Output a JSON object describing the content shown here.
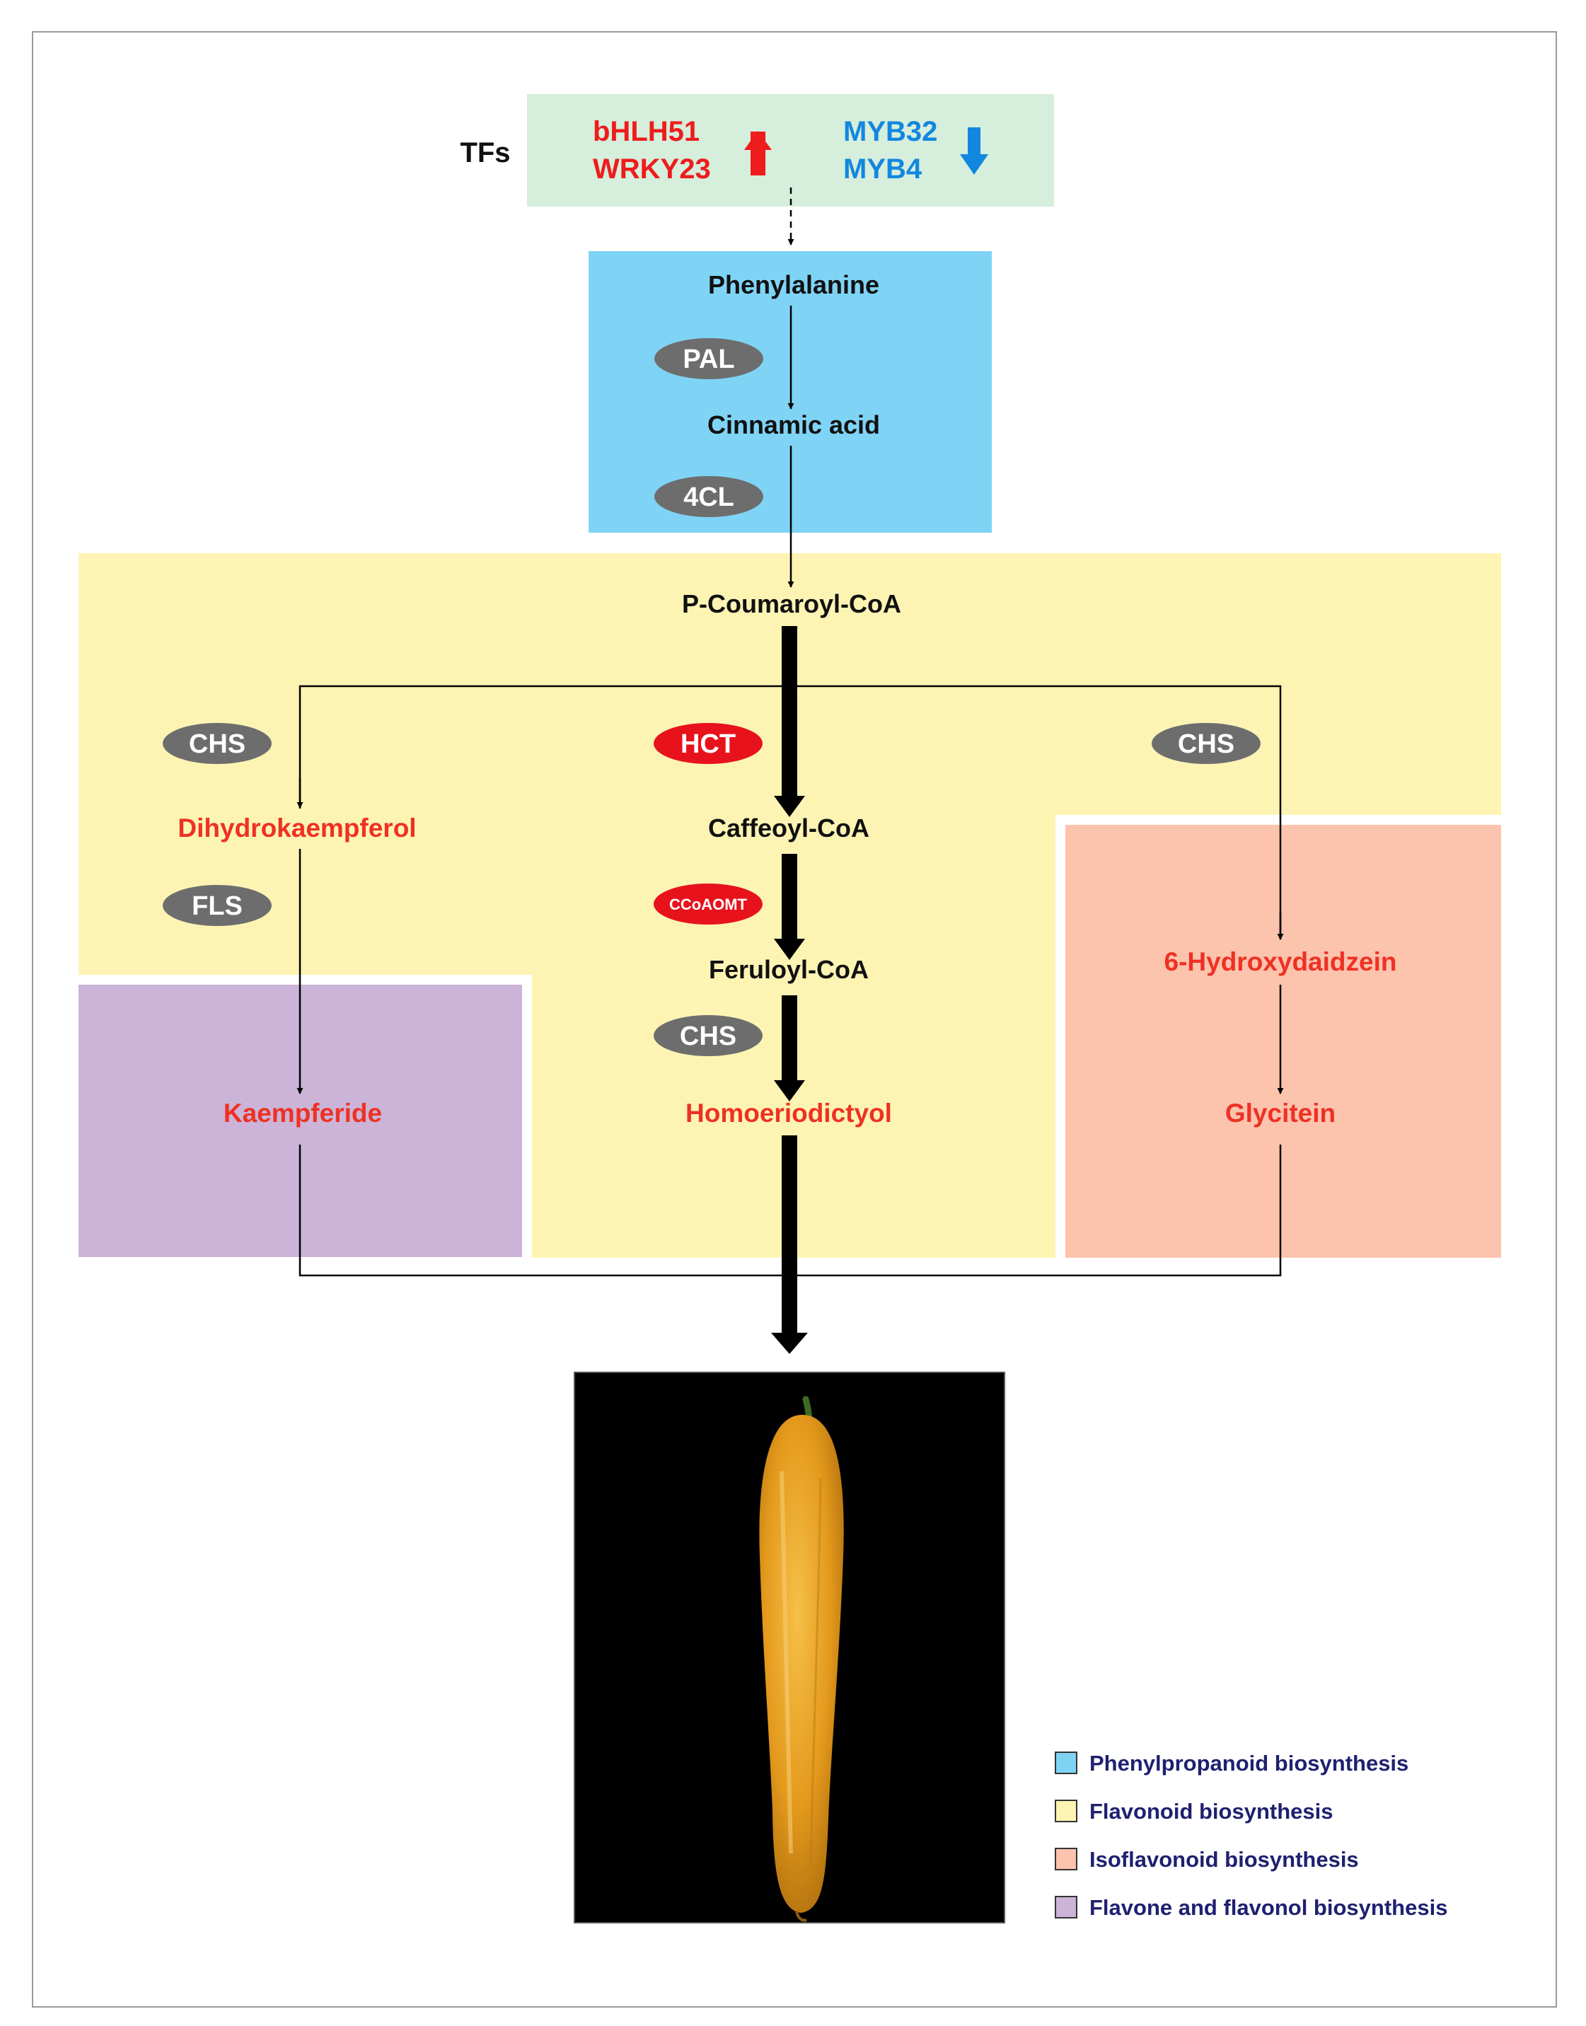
{
  "tfs": {
    "label": "TFs",
    "up_genes": [
      "bHLH51",
      "WRKY23"
    ],
    "down_genes": [
      "MYB32",
      "MYB4"
    ],
    "up_arrow_icon": "up-arrow-icon",
    "down_arrow_icon": "down-arrow-icon",
    "up_color": "#ee1c1c",
    "down_color": "#1287e0",
    "panel_color": "#d6eedc"
  },
  "compounds": {
    "phenylalanine": "Phenylalanine",
    "cinnamic_acid": "Cinnamic acid",
    "p_coumaroyl_coa": "P-Coumaroyl-CoA",
    "caffeoyl_coa": "Caffeoyl-CoA",
    "feruloyl_coa": "Feruloyl-CoA",
    "homoeriodictyol": "Homoeriodictyol",
    "dihydrokaempferol": "Dihydrokaempferol",
    "kaempferide": "Kaempferide",
    "hydroxydaidzein": "6-Hydroxydaidzein",
    "glycitein": "Glycitein"
  },
  "enzymes": {
    "pal": "PAL",
    "cl4": "4CL",
    "chs_left": "CHS",
    "fls": "FLS",
    "hct": "HCT",
    "ccoaomt": "CCoAOMT",
    "chs_middle": "CHS",
    "chs_right": "CHS"
  },
  "colors": {
    "phenylpropanoid": "#7fd4f6",
    "flavonoid": "#fdf4b4",
    "isoflavonoid": "#fcc3ad",
    "flavone_flavonol": "#cbb4d7",
    "enzyme_gray": "#6d6d6d",
    "enzyme_red": "#e8121c",
    "compound_red": "#ee3124",
    "legend_text": "#202070"
  },
  "legend": {
    "items": [
      {
        "label": "Phenylpropanoid biosynthesis",
        "color": "#7fd4f6"
      },
      {
        "label": "Flavonoid biosynthesis",
        "color": "#fdf4b4"
      },
      {
        "label": "Isoflavonoid biosynthesis",
        "color": "#fcc3ad"
      },
      {
        "label": "Flavone and flavonol biosynthesis",
        "color": "#cbb4d7"
      }
    ]
  },
  "photo": {
    "subject": "orange-yellow cucumber fruit on black background"
  }
}
